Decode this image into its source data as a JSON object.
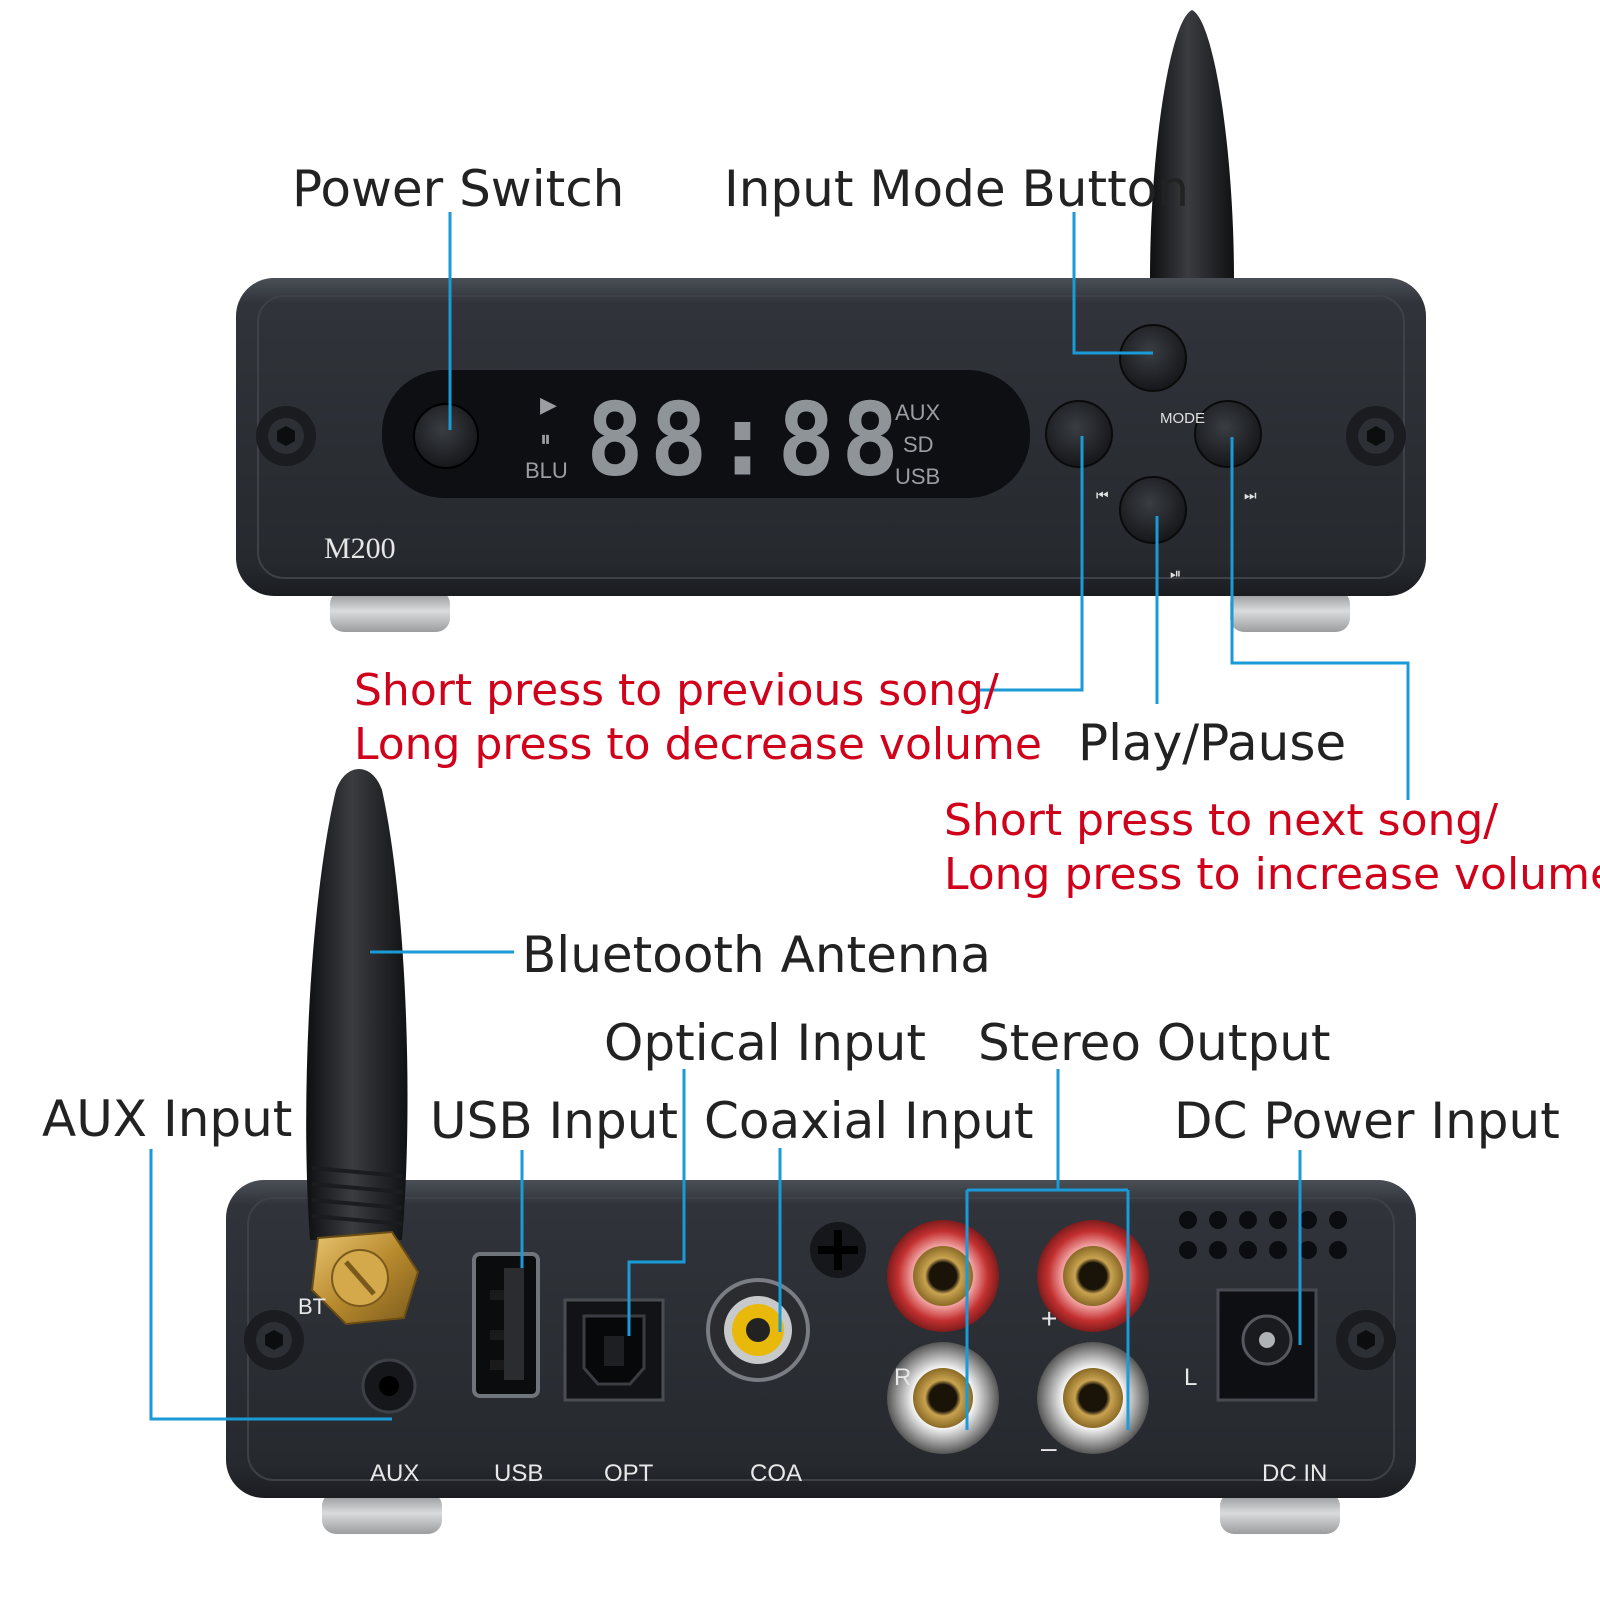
{
  "front": {
    "model": "M200",
    "display": {
      "digits": "88:88",
      "play_symbol": "▶",
      "pause_symbol": "⏸",
      "source_left": "BLU",
      "sources_right": [
        "AUX",
        "SD",
        "USB"
      ]
    },
    "button_labels": {
      "mode": "MODE",
      "prev": "⏮",
      "next": "⏭",
      "play_pause": "⏯"
    }
  },
  "rear": {
    "bt_label": "BT",
    "ports": {
      "aux": "AUX",
      "usb": "USB",
      "opt": "OPT",
      "coa": "COA",
      "dc_in": "DC IN"
    },
    "terminals": {
      "plus": "+",
      "minus": "–",
      "right": "R",
      "left": "L"
    }
  },
  "callouts": {
    "power_switch": "Power Switch",
    "input_mode_button": "Input Mode Button",
    "prev_line1": "Short press to previous song/",
    "prev_line2": "Long press to decrease volume",
    "play_pause": "Play/Pause",
    "next_line1": "Short press to next song/",
    "next_line2": "Long press to increase volume",
    "bluetooth_antenna": "Bluetooth Antenna",
    "aux_input": "AUX Input",
    "usb_input": "USB Input",
    "optical_input": "Optical Input",
    "coaxial_input": "Coaxial Input",
    "stereo_output": "Stereo Output",
    "dc_power_input": "DC Power Input"
  },
  "colors": {
    "leader_line": "#1a9ad6",
    "red_text": "#d0021b",
    "chassis": "#2b2e33",
    "display_bg": "#0d0f12"
  }
}
